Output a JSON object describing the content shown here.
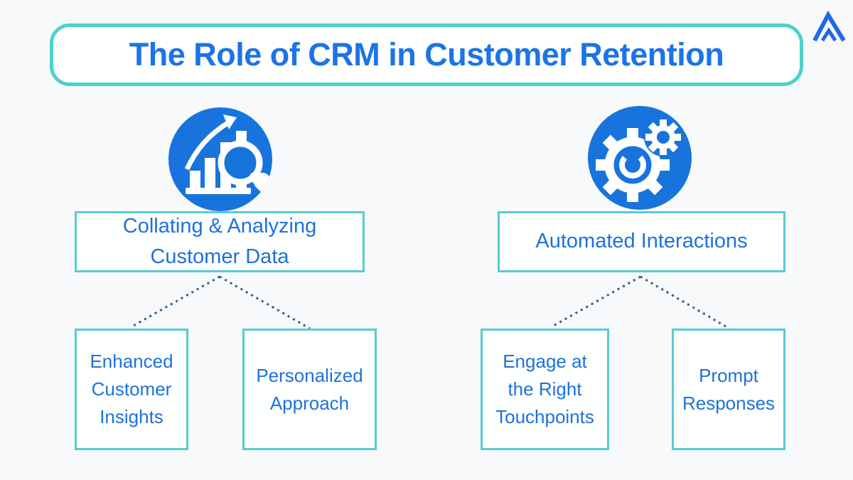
{
  "title": "The Role of CRM in Customer Retention",
  "brand": {
    "logo_icon": "mountain-logo"
  },
  "colors": {
    "background": "#F7F9FA",
    "title_text": "#1B74E8",
    "title_border": "#4DD2C9",
    "box_border": "#58CBD2",
    "box_text": "#1E71DC",
    "icon_circle_blue": "#1874DC",
    "logo_blue": "#2366E8",
    "connector_dots": "#2E5F86"
  },
  "columns": [
    {
      "icon": "analytics-magnifier-icon",
      "parent_label": "Collating & Analyzing Customer Data",
      "children": [
        {
          "label": "Enhanced Customer Insights"
        },
        {
          "label": "Personalized Approach"
        }
      ]
    },
    {
      "icon": "automation-gears-icon",
      "parent_label": "Automated Interactions",
      "children": [
        {
          "label": "Engage at the Right Touchpoints"
        },
        {
          "label": "Prompt Responses"
        }
      ]
    }
  ]
}
